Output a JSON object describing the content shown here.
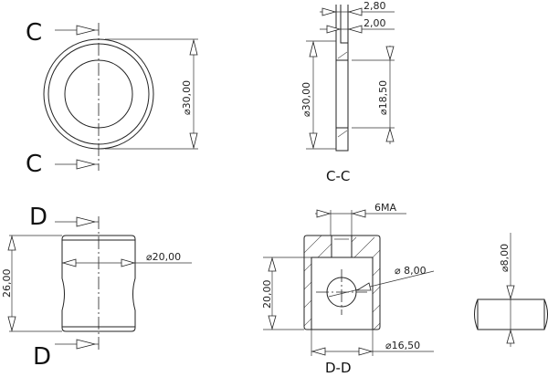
{
  "views": {
    "front": {
      "section_top": "C",
      "section_bottom": "C",
      "dia": "⌀30,00"
    },
    "section_cc": {
      "title": "C-C",
      "d1": "2,80",
      "d2": "2,00",
      "dia_outer": "⌀30,00",
      "dia_inner": "⌀18,50"
    },
    "side": {
      "section_top": "D",
      "section_bottom": "D",
      "height": "26,00",
      "dia": "⌀20,00"
    },
    "section_dd": {
      "title": "D-D",
      "thread": "6MA",
      "height": "20,00",
      "hole": "⌀ 8,00",
      "bore": "⌀16,50"
    },
    "pin": {
      "dia": "⌀8,00"
    }
  }
}
